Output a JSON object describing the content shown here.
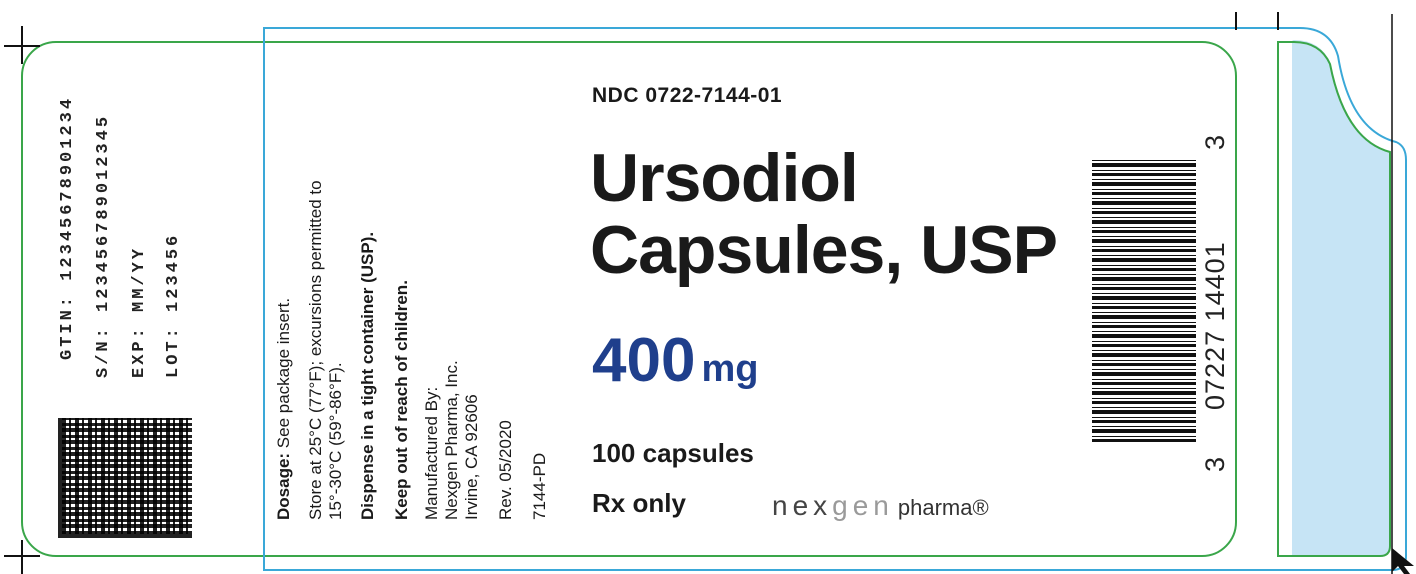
{
  "colors": {
    "green_outline": "#3aa64a",
    "blue_outline": "#3aa8d8",
    "tab_fill": "#c6e4f5",
    "strength_blue": "#1f3f8c"
  },
  "left_strip": {
    "gtin": "GTIN: 12345678901234",
    "sn": "S/N: 123456789012345",
    "exp": "EXP: MM/YY",
    "lot": "LOT: 123456"
  },
  "side_text": {
    "dosage_label": "Dosage:",
    "dosage_value": " See package insert.",
    "storage_line1": "Store at 25°C (77°F); excursions permitted to",
    "storage_line2": "15°-30°C (59°-86°F).",
    "dispense": "Dispense in a tight container (USP).",
    "keep_out": "Keep out of reach of children.",
    "manufactured_by": "Manufactured By:",
    "manufacturer": "Nexgen Pharma, Inc.",
    "address": "Irvine, CA 92606",
    "revision": "Rev. 05/2020",
    "code": "7144-PD"
  },
  "main": {
    "ndc": "NDC 0722-7144-01",
    "title_line1": "Ursodiol",
    "title_line2": "Capsules, USP",
    "strength_value": "400",
    "strength_unit": "mg",
    "count": "100 capsules",
    "rx": "Rx only",
    "brand_nex": "nex",
    "brand_gen": "gen",
    "brand_pharma": "pharma®"
  },
  "barcode": {
    "digit_start": "3",
    "digits_middle": "07227 14401",
    "digit_end": "3"
  }
}
